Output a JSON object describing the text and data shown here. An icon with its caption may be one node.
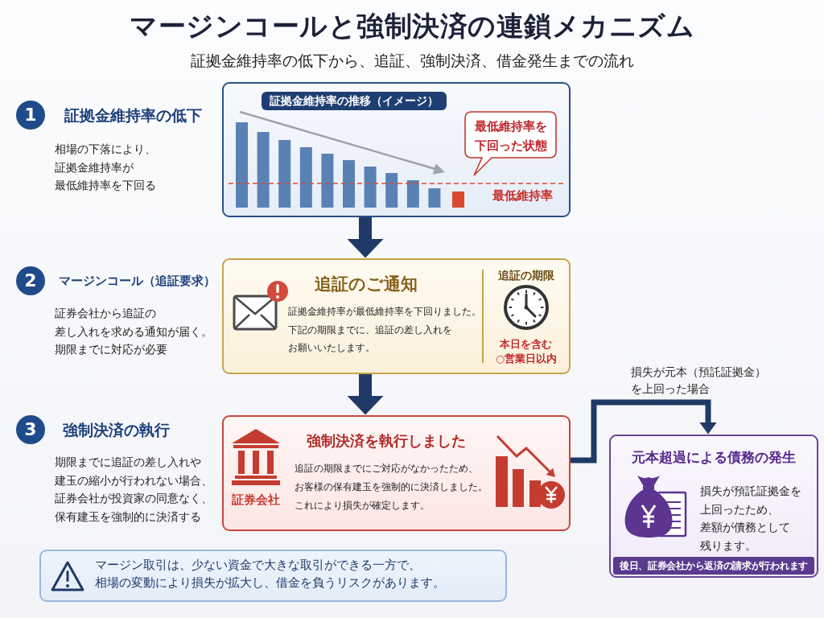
{
  "diagram": {
    "title": "マージンコールと強制決済の連鎖メカニズム",
    "nodes": [
      {
        "text": [
          "1"
        ],
        "beside": [
          "証拠金維持率の低下",
          "相場の下落により、証拠金維持率が最低維持率を下回る"
        ]
      },
      {
        "text": [
          "証拠金維持率の推移（イメージ）",
          "最低維持率"
        ]
      },
      {
        "text": [
          "最低維持率を下回った状態"
        ],
        "in": 1
      },
      {
        "text": [
          "2"
        ],
        "beside": [
          "マージンコール（追証要求）",
          "証券会社から追証の差し入れを求める通知が届く。期限までに対応が必要"
        ]
      },
      {
        "text": [
          "追証のご通知",
          "証拠金維持率が最低維持率を下回りました。下記の期限までに、追証の差し入れをお願いいたします。",
          "追証の期限",
          "本日を含む○営業日以内"
        ]
      },
      {
        "text": [
          "3"
        ],
        "beside": [
          "強制決済の執行",
          "期限までに追証の差し入れや建玉の縮小が行われない場合、証券会社が投資家の同意なく、保有建玉を強制的に決済する"
        ]
      },
      {
        "text": [
          "強制決済を執行しました",
          "証券会社",
          "追証の期限までにご対応がなかったため、お客様の保有建玉を強制的に決済しました。これにより損失が確定します。"
        ]
      },
      {
        "text": [
          "元本超過による債務の発生",
          "損失が預託証拠金を上回ったため、差額が債務として残ります。"
        ]
      },
      {
        "text": [
          "後日、証券会社から返済の請求が行われます"
        ],
        "in": 7
      },
      {
        "text": [
          "マージン取引は、少ない資金で大きな取引ができる一方で、相場の変動により損失が拡大し、借金を負うリスクがあります。"
        ]
      }
    ],
    "edges": [
      {
        "from": 1,
        "to": 4,
        "arrow": "to"
      },
      {
        "from": 4,
        "to": 6,
        "arrow": "to"
      },
      {
        "from": 6,
        "to": 7,
        "arrow": "to",
        "label": "損失が元本（預託証拠金）を上回った場合"
      }
    ],
    "labels": [
      "証拠金維持率の低下から、追証、強制決済、借金発生までの流れ"
    ]
  }
}
